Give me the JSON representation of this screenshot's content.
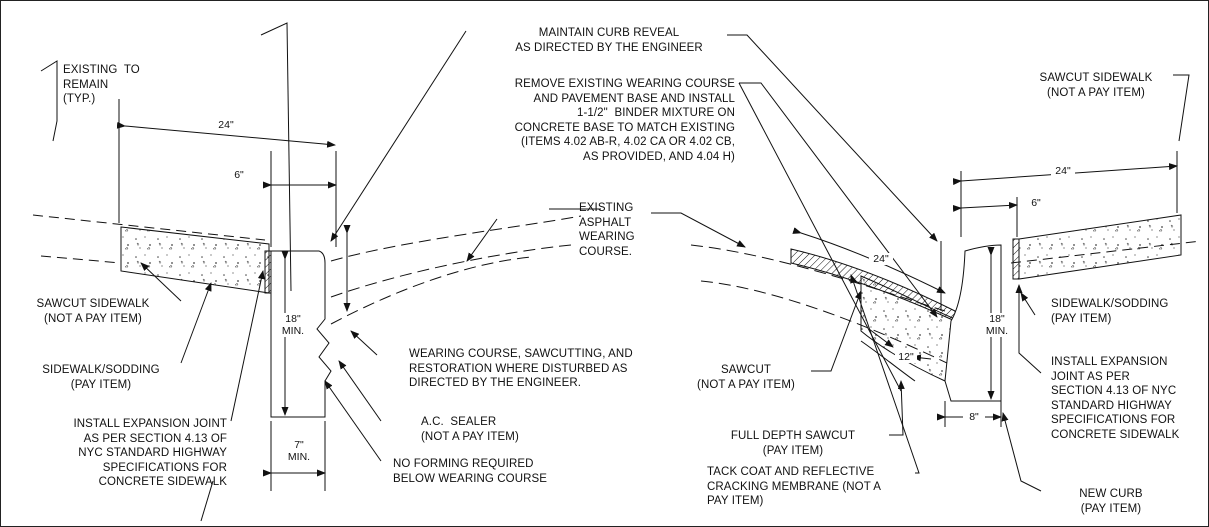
{
  "labels": {
    "existing_to_remain": "EXISTING  TO\nREMAIN\n(TYP.)",
    "maintain_curb_reveal": "MAINTAIN CURB REVEAL\nAS DIRECTED BY THE ENGINEER",
    "remove_existing": "REMOVE EXISTING WEARING COURSE\nAND PAVEMENT BASE AND INSTALL\n1-1/2\"  BINDER MIXTURE ON\nCONCRETE BASE TO MATCH EXISTING\n(ITEMS 4.02 AB-R, 4.02 CA OR 4.02 CB,\nAS PROVIDED, AND 4.04 H)",
    "sawcut_sidewalk_right": "SAWCUT SIDEWALK\n(NOT A PAY ITEM)",
    "existing_asphalt": "EXISTING\nASPHALT\nWEARING\nCOURSE.",
    "sawcut_sidewalk_left": "SAWCUT SIDEWALK\n(NOT A PAY ITEM)",
    "sidewalk_sodding_left": "SIDEWALK/SODDING\n(PAY ITEM)",
    "install_joint_left": "INSTALL EXPANSION JOINT\nAS PER SECTION 4.13 OF\nNYC STANDARD HIGHWAY\nSPECIFICATIONS FOR\nCONCRETE SIDEWALK",
    "wearing_course_sawcutting": "WEARING COURSE, SAWCUTTING, AND\nRESTORATION WHERE DISTURBED AS\nDIRECTED BY THE ENGINEER.",
    "ac_sealer": "A.C.  SEALER\n(NOT A PAY ITEM)",
    "no_forming": "NO FORMING REQUIRED\nBELOW WEARING COURSE",
    "sawcut": "SAWCUT\n(NOT A PAY ITEM)",
    "full_depth_sawcut": "FULL DEPTH SAWCUT\n(PAY ITEM)",
    "tack_coat": "TACK COAT AND REFLECTIVE\nCRACKING MEMBRANE (NOT A\nPAY ITEM)",
    "sidewalk_sodding_right": "SIDEWALK/SODDING\n(PAY ITEM)",
    "install_joint_right": "INSTALL EXPANSION\nJOINT AS PER\nSECTION 4.13 OF NYC\nSTANDARD HIGHWAY\nSPECIFICATIONS FOR\nCONCRETE SIDEWALK",
    "new_curb": "NEW CURB\n(PAY ITEM)"
  },
  "dimensions": {
    "left_24": "24\"",
    "left_6": "6\"",
    "left_18": "18\"\nMIN.",
    "left_7": "7\"\nMIN.",
    "right_24_top": "24\"",
    "right_6": "6\"",
    "right_24_slope": "24\"",
    "right_12": "12\"",
    "right_18": "18\"\nMIN.",
    "right_8": "8\""
  }
}
